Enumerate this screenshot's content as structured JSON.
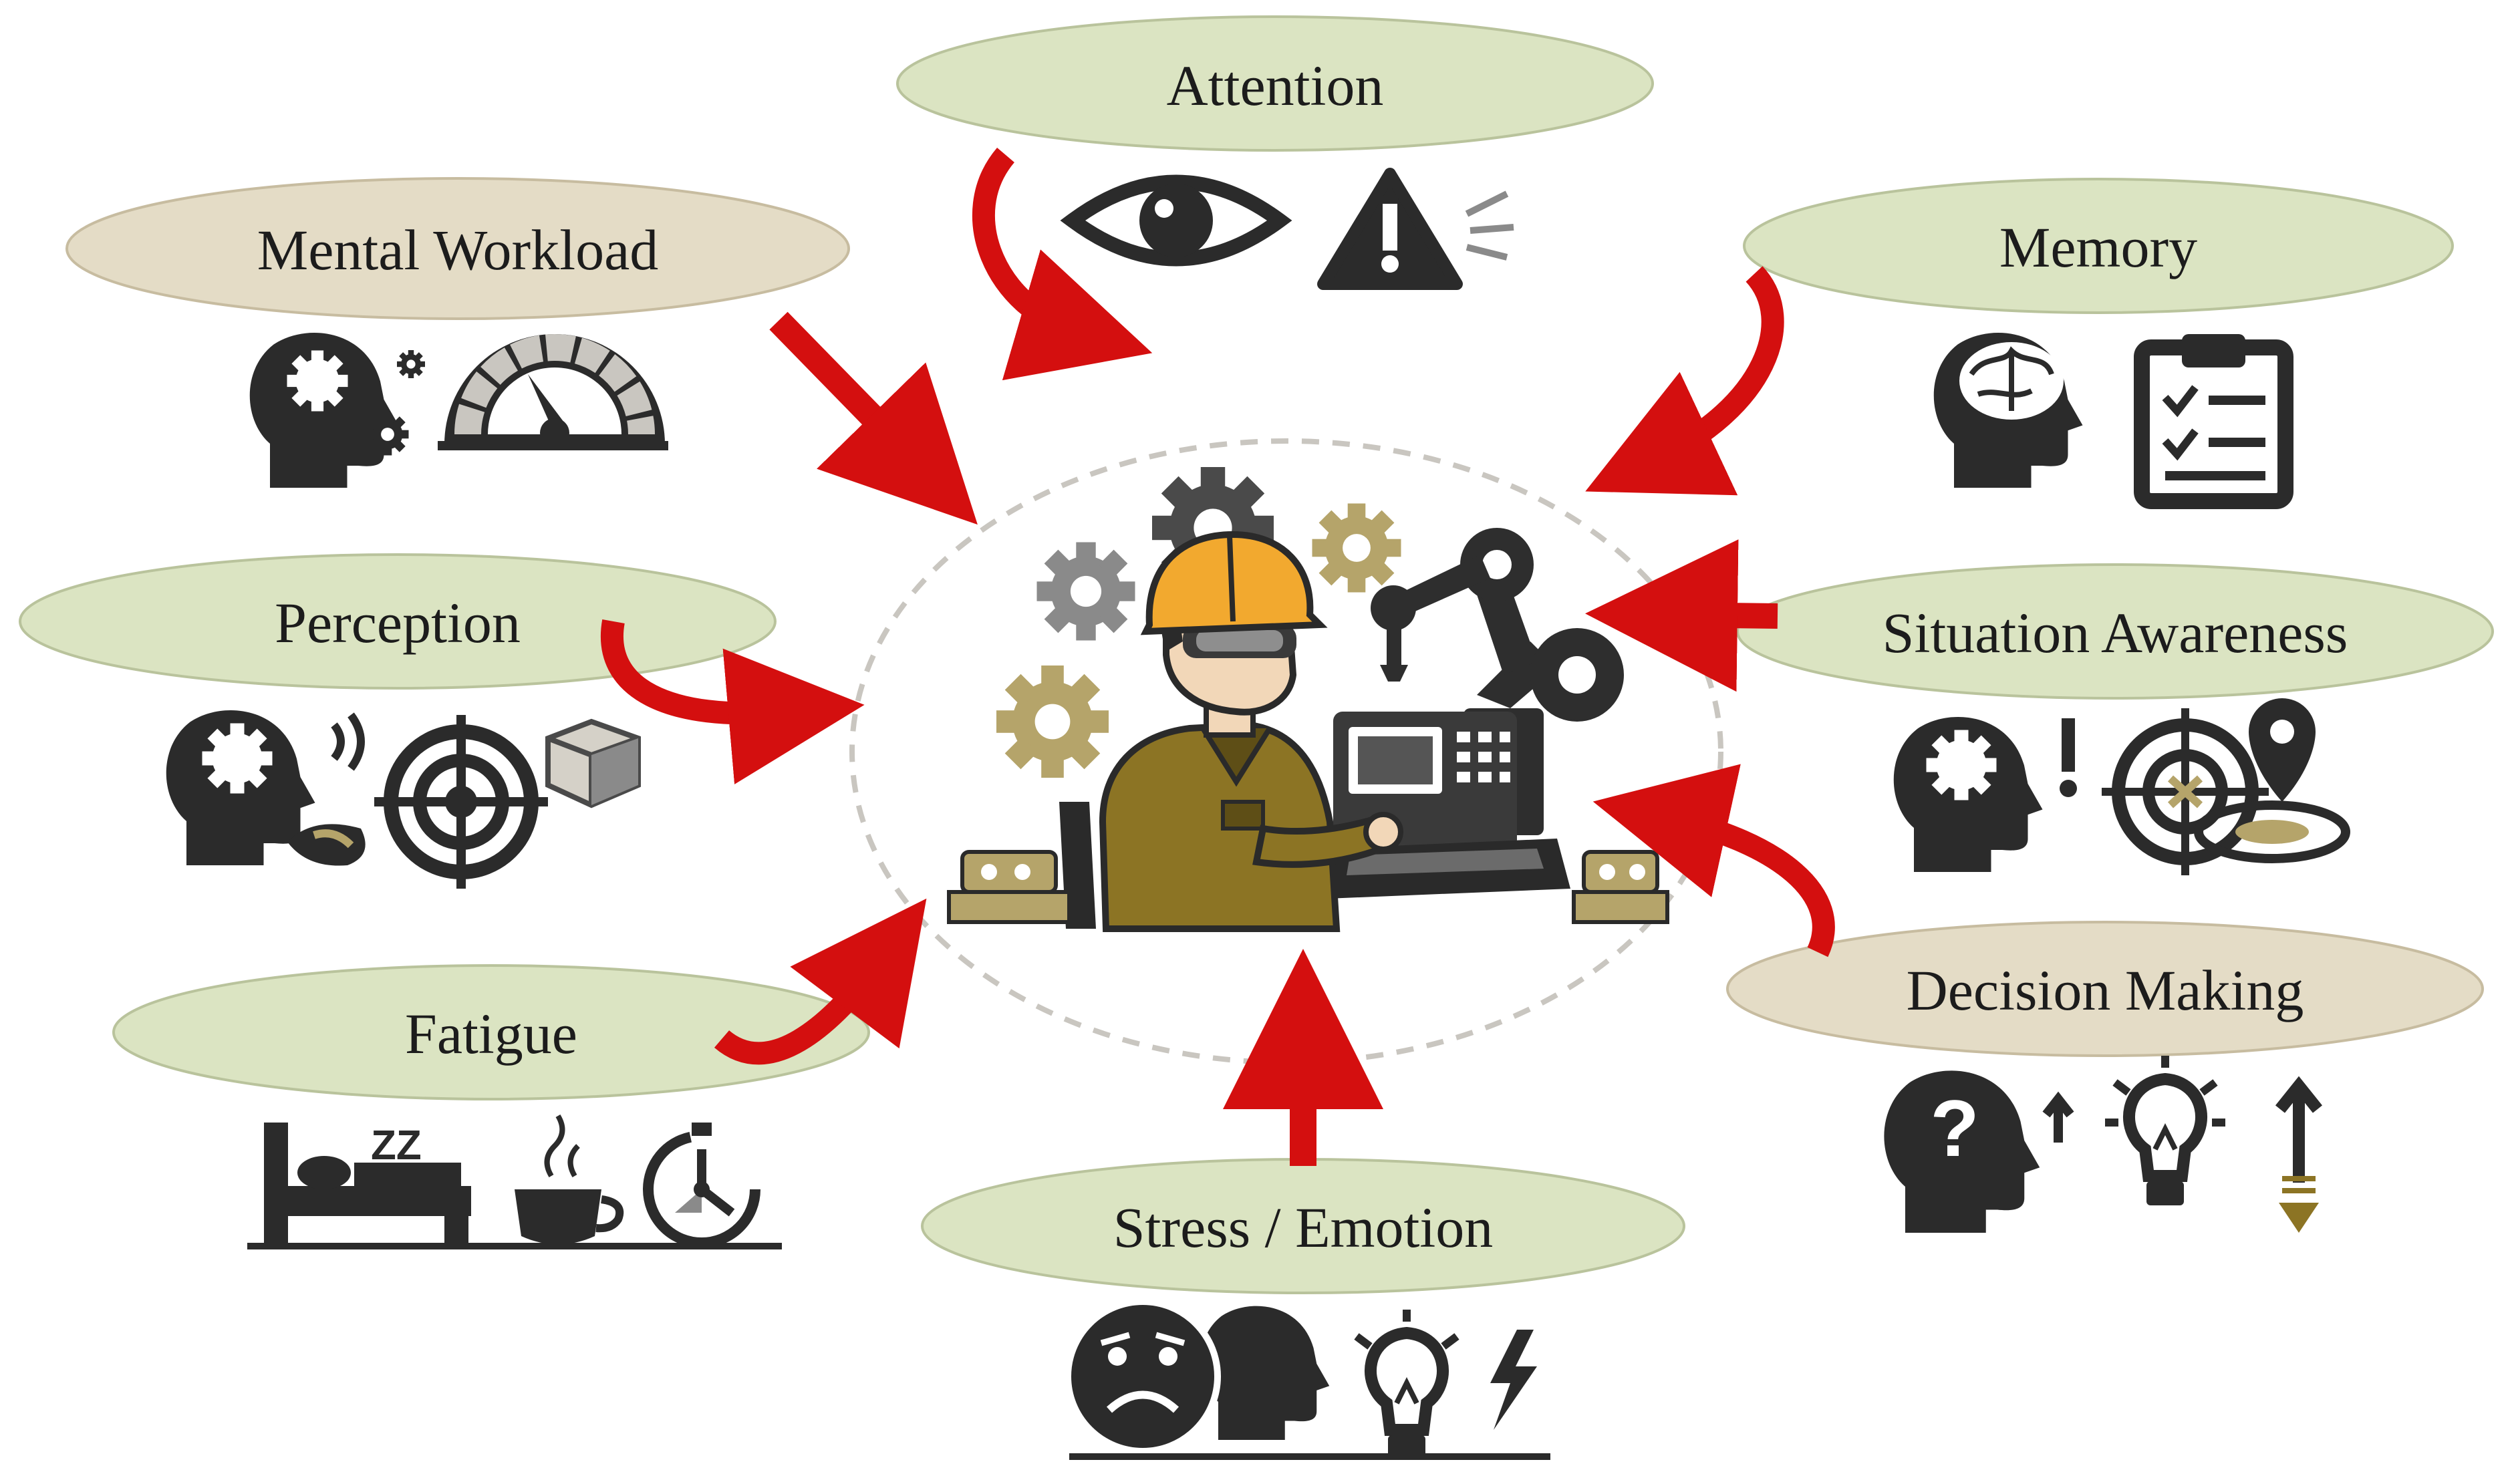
{
  "factors": [
    {
      "id": "attention",
      "label": "Attention",
      "icons": [
        "eye-icon",
        "warning-triangle-icon"
      ]
    },
    {
      "id": "mental-workload",
      "label": "Mental Workload",
      "icons": [
        "head-gears-icon",
        "gauge-meter-icon"
      ]
    },
    {
      "id": "memory",
      "label": "Memory",
      "icons": [
        "brain-head-icon",
        "clipboard-checklist-icon"
      ]
    },
    {
      "id": "perception",
      "label": "Perception",
      "icons": [
        "head-gear-signal-icon",
        "target-crosshair-icon",
        "box-icon"
      ]
    },
    {
      "id": "situation-awareness",
      "label": "Situation Awareness",
      "icons": [
        "head-gear-alert-icon",
        "target-location-pin-icon"
      ]
    },
    {
      "id": "fatigue",
      "label": "Fatigue",
      "icons": [
        "bed-sleep-icon",
        "coffee-cup-icon",
        "stopwatch-icon"
      ]
    },
    {
      "id": "decision-making",
      "label": "Decision Making",
      "icons": [
        "head-question-icon",
        "lightbulb-arrows-icon"
      ]
    },
    {
      "id": "stress-emotion",
      "label": "Stress / Emotion",
      "icons": [
        "sad-face-icon",
        "lightbulb-lightning-icon"
      ]
    }
  ],
  "center": {
    "icon": "industrial-worker-at-control-panel-icon"
  },
  "colors": {
    "ellipse_green": "#dbe4c2",
    "ellipse_beige": "#e4dcc6",
    "arrow_red": "#d40f0f",
    "icon_dark": "#2b2b2b",
    "helmet": "#f2a92f",
    "uniform": "#8c7424",
    "gear_gray": "#8a8a8a",
    "gear_olive": "#b5a46a"
  }
}
